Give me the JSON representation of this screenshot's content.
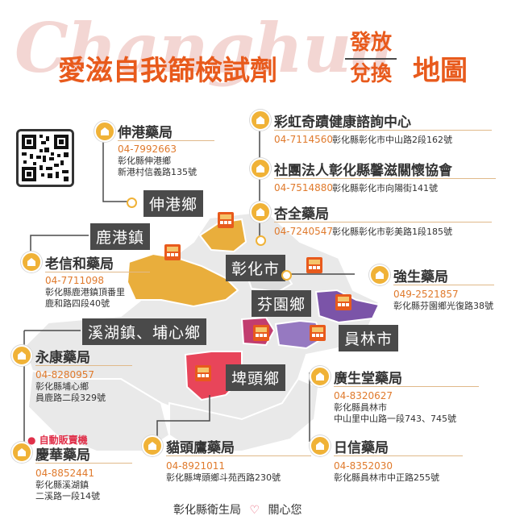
{
  "watermark": "Changhua",
  "title": {
    "main": "愛滋自我篩檢試劑",
    "stack_top": "發放",
    "stack_bottom": "兌換",
    "tail": "地圖"
  },
  "districts": [
    {
      "id": "shengang",
      "label": "伸港鄉"
    },
    {
      "id": "lukang",
      "label": "鹿港鎮"
    },
    {
      "id": "changhua",
      "label": "彰化市"
    },
    {
      "id": "fenyuan",
      "label": "芬園鄉"
    },
    {
      "id": "xihu",
      "label": "溪湖鎮、埔心鄉"
    },
    {
      "id": "yuanlin",
      "label": "員林市"
    },
    {
      "id": "pitou",
      "label": "埤頭鄉"
    }
  ],
  "locations": [
    {
      "id": "shengang-pharmacy",
      "name": "伸港藥局",
      "phone": "04-7992663",
      "address": "彰化縣伸港鄉\n新港村信義路135號"
    },
    {
      "id": "rainbow-center",
      "name": "彩虹奇蹟健康諮詢中心",
      "phone": "04-7114560",
      "address": "彰化縣彰化市中山路2段162號"
    },
    {
      "id": "xinguan-association",
      "name": "社團法人彰化縣馨滋關懷協會",
      "phone": "04-7514880",
      "address": "彰化縣彰化市向陽街141號"
    },
    {
      "id": "xingquan-pharmacy",
      "name": "杏全藥局",
      "phone": "04-7240547",
      "address": "彰化縣彰化市彰美路1段185號"
    },
    {
      "id": "laoxinhe-pharmacy",
      "name": "老信和藥局",
      "phone": "04-7711098",
      "address": "彰化縣鹿港鎮頂番里\n鹿和路四段40號"
    },
    {
      "id": "qiangsheng-pharmacy",
      "name": "強生藥局",
      "phone": "049-2521857",
      "address": "彰化縣芬園鄉光復路38號"
    },
    {
      "id": "yongkang-pharmacy",
      "name": "永康藥局",
      "phone": "04-8280957",
      "address": "彰化縣埔心鄉\n員鹿路二段329號"
    },
    {
      "id": "guangshengtang-pharmacy",
      "name": "廣生堂藥局",
      "phone": "04-8320627",
      "address": "彰化縣員林市\n中山里中山路一段743、745號"
    },
    {
      "id": "qinghua-pharmacy",
      "name": "慶華藥局",
      "phone": "04-8852441",
      "address": "彰化縣溪湖鎮\n二溪路一段14號",
      "tag": "自動販賣機"
    },
    {
      "id": "maotouying-pharmacy",
      "name": "貓頭鷹藥局",
      "phone": "04-8921011",
      "address": "彰化縣埤頭鄉斗苑西路230號"
    },
    {
      "id": "rixin-pharmacy",
      "name": "日信藥局",
      "phone": "04-8352030",
      "address": "彰化縣員林市中正路255號"
    }
  ],
  "footer": {
    "left": "彰化縣衛生局",
    "right": "關心您"
  },
  "colors": {
    "title": "#e85a1c",
    "phone": "#e07a2c",
    "pin": "#f0b237",
    "label_bg": "#4a4a4a",
    "lukang": "#e9ae3c",
    "pitou": "#e8455a",
    "fenyuan": "#7b54a8",
    "xihu": "#c23d6f"
  },
  "icons": [
    "pharmacy-pin-icon",
    "building-icon",
    "heart-icon",
    "qr-code"
  ]
}
